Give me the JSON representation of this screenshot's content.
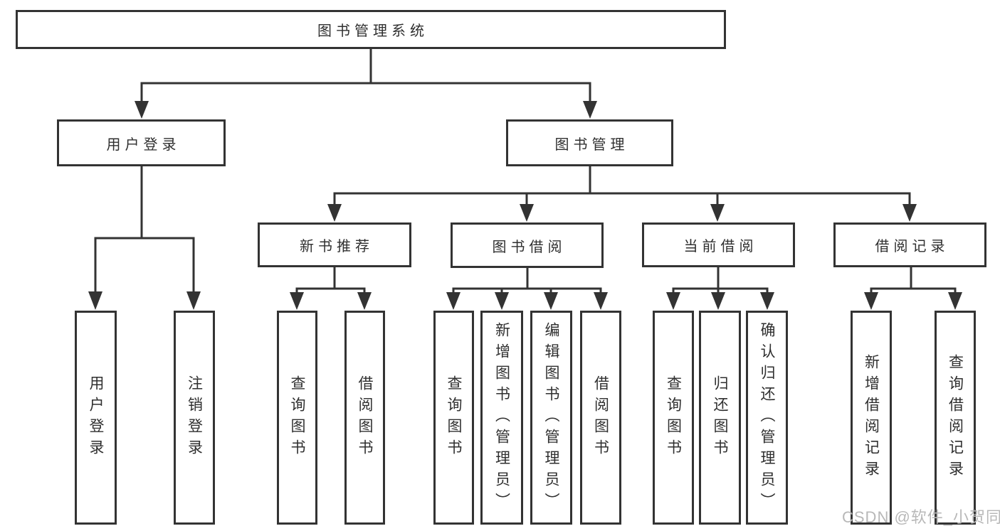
{
  "diagram": {
    "title": "图书管理系统",
    "root": {
      "label": "图书管理系统",
      "children": [
        {
          "label": "用户登录",
          "children": [
            {
              "label": "用户登录"
            },
            {
              "label": "注销登录"
            }
          ]
        },
        {
          "label": "图书管理",
          "children": [
            {
              "label": "新书推荐",
              "children": [
                {
                  "label": "查询图书"
                },
                {
                  "label": "借阅图书"
                }
              ]
            },
            {
              "label": "图书借阅",
              "children": [
                {
                  "label": "查询图书"
                },
                {
                  "label": "新增图书（管理员）"
                },
                {
                  "label": "编辑图书（管理员）"
                },
                {
                  "label": "借阅图书"
                }
              ]
            },
            {
              "label": "当前借阅",
              "children": [
                {
                  "label": "查询图书"
                },
                {
                  "label": "归还图书"
                },
                {
                  "label": "确认归还（管理员）"
                }
              ]
            },
            {
              "label": "借阅记录",
              "children": [
                {
                  "label": "新增借阅记录"
                },
                {
                  "label": "查询借阅记录"
                }
              ]
            }
          ]
        }
      ]
    },
    "colors": {
      "line": "#333333",
      "text": "#2f2f2f",
      "background": "#ffffff"
    }
  },
  "watermark": {
    "text": "CSDN @软件_小贺同学",
    "color": "#b8b8b8"
  }
}
